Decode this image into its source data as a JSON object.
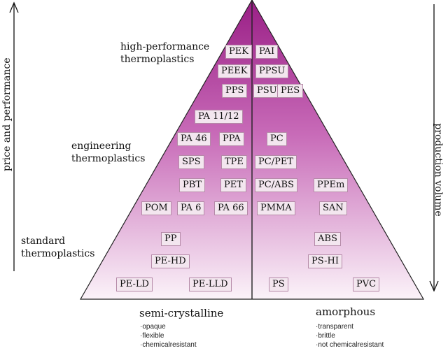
{
  "axes": {
    "left_label": "price and performance",
    "right_label": "production volume"
  },
  "tiers": {
    "high": [
      "high-performance",
      "thermoplastics"
    ],
    "engineering": [
      "engineering",
      "thermoplastics"
    ],
    "standard": [
      "standard",
      "thermoplastics"
    ]
  },
  "columns": {
    "semi": {
      "title": "semi-crystalline",
      "props": [
        "opaque",
        "flexible",
        "chemicalresistant"
      ]
    },
    "amorph": {
      "title": "amorphous",
      "props": [
        "transparent",
        "brittle",
        "not chemicalresistant"
      ]
    }
  },
  "polymers": [
    "PEK",
    "PAI",
    "PEEK",
    "PPSU",
    "PPS",
    "PSU",
    "PES",
    "PA 11/12",
    "PA 46",
    "PPA",
    "PC",
    "SPS",
    "TPE",
    "PC/PET",
    "PBT",
    "PET",
    "PC/ABS",
    "PPEm",
    "POM",
    "PA 6",
    "PA 66",
    "PMMA",
    "SAN",
    "PP",
    "ABS",
    "PE-HD",
    "PS-HI",
    "PE-LD",
    "PE-LLD",
    "PS",
    "PVC"
  ],
  "colors": {
    "apex": "#9a1f86",
    "base": "#ffffff",
    "tag_fill": "#f3e6ef",
    "tag_border": "#b58aa8"
  }
}
